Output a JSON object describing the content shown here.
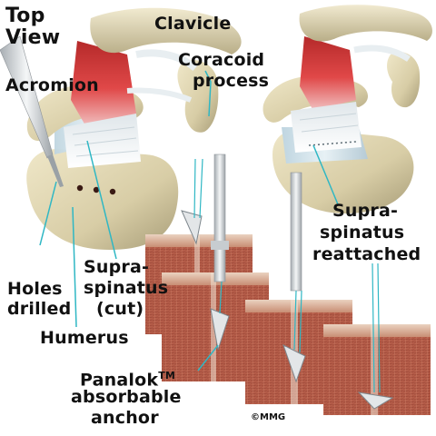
{
  "labels": {
    "top_view_line1": "Top",
    "top_view_line2": "View",
    "clavicle": "Clavicle",
    "coracoid_line1": "Coracoid",
    "coracoid_line2": "process",
    "acromion": "Acromion",
    "holes_line1": "Holes",
    "holes_line2": "drilled",
    "supra_cut_line1": "Supra-",
    "supra_cut_line2": "spinatus",
    "supra_cut_line3": "(cut)",
    "humerus": "Humerus",
    "supra_re_line1": "Supra-",
    "supra_re_line2": "spinatus",
    "supra_re_line3": "reattached",
    "panalok_line1": "Panalok",
    "panalok_tm": "TM",
    "panalok_line2": "absorbable",
    "panalok_line3": "anchor",
    "copyright": "©MMG"
  },
  "colors": {
    "bone": "#d9cfa9",
    "bone_shade": "#b8ad86",
    "cartilage": "#cfe1ea",
    "muscle": "#cf3b3b",
    "tendon": "#e9eef0",
    "tissue": "#b8614d",
    "tissue_dark": "#8e3f33",
    "tissue_top": "#d9b6a1",
    "suture": "#2fb7c4",
    "instrument": "#d9dde0"
  }
}
